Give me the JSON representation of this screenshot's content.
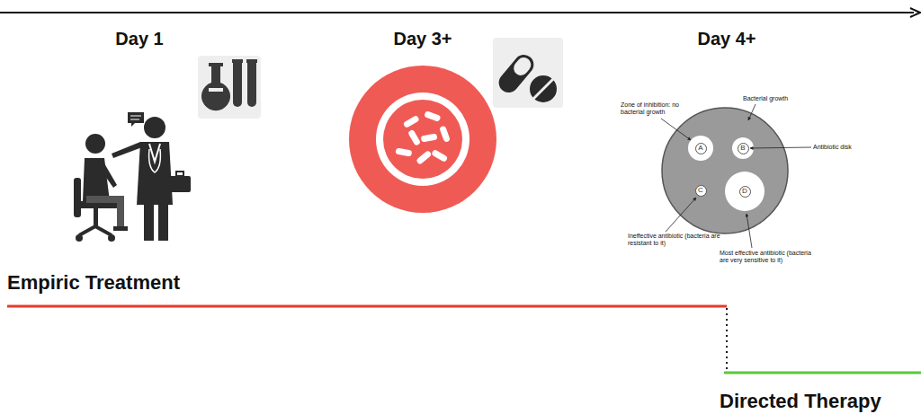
{
  "diagram": {
    "nodes": [
      {
        "text": [
          "A"
        ]
      },
      {
        "text": [
          "B"
        ]
      },
      {
        "text": [
          "C"
        ]
      },
      {
        "text": [
          "D"
        ]
      }
    ],
    "labels": [
      "Day 1",
      "Day 3+",
      "Day 4+",
      "Zone of inhibition: no bacterial growth",
      "Bacterial growth",
      "Antibiotic disk",
      "Ineffective antibiotic (bacteria are resistant to it)",
      "Most effective antibiotic (bacteria are very sensitive to it)",
      "Empiric Treatment",
      "Directed Therapy"
    ]
  }
}
